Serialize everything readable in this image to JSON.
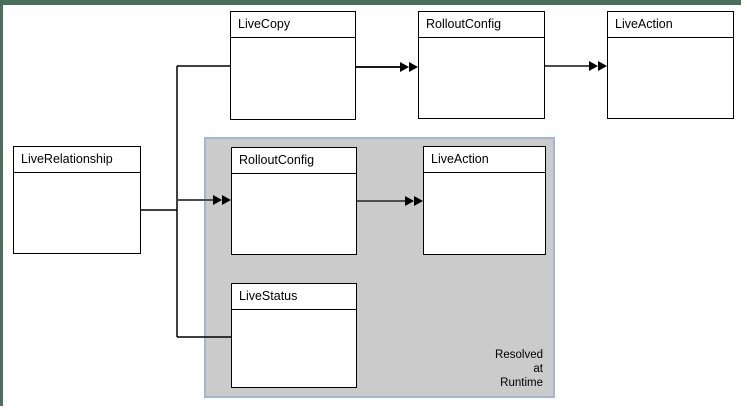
{
  "window": {
    "frame_color": "#48705a"
  },
  "diagram": {
    "type": "uml-class-relationship-diagram",
    "nodes": [
      {
        "id": "livecopy",
        "label": "LiveCopy"
      },
      {
        "id": "rolloutconfig-top",
        "label": "RolloutConfig"
      },
      {
        "id": "liveaction-top",
        "label": "LiveAction"
      },
      {
        "id": "liverelationship",
        "label": "LiveRelationship"
      },
      {
        "id": "rolloutconfig-runtime",
        "label": "RolloutConfig"
      },
      {
        "id": "liveaction-runtime",
        "label": "LiveAction"
      },
      {
        "id": "livestatus",
        "label": "LiveStatus"
      }
    ],
    "runtime_label": [
      "Resolved",
      "at",
      "Runtime"
    ],
    "edges": [
      {
        "from": "liverelationship",
        "to": "livecopy",
        "style": "plain"
      },
      {
        "from": "liverelationship",
        "to": "rolloutconfig-runtime",
        "style": "double-arrow"
      },
      {
        "from": "liverelationship",
        "to": "livestatus",
        "style": "plain"
      },
      {
        "from": "livecopy",
        "to": "rolloutconfig-top",
        "style": "double-arrow"
      },
      {
        "from": "rolloutconfig-top",
        "to": "liveaction-top",
        "style": "double-arrow"
      },
      {
        "from": "rolloutconfig-runtime",
        "to": "liveaction-runtime",
        "style": "double-arrow"
      }
    ],
    "colors": {
      "box_fill": "#ffffff",
      "box_border": "#000000",
      "runtime_group_fill": "#cbcbcb",
      "runtime_group_border": "#a2b7d1",
      "connector_line": "#4d4d4d",
      "arrowhead": "#000000"
    }
  }
}
